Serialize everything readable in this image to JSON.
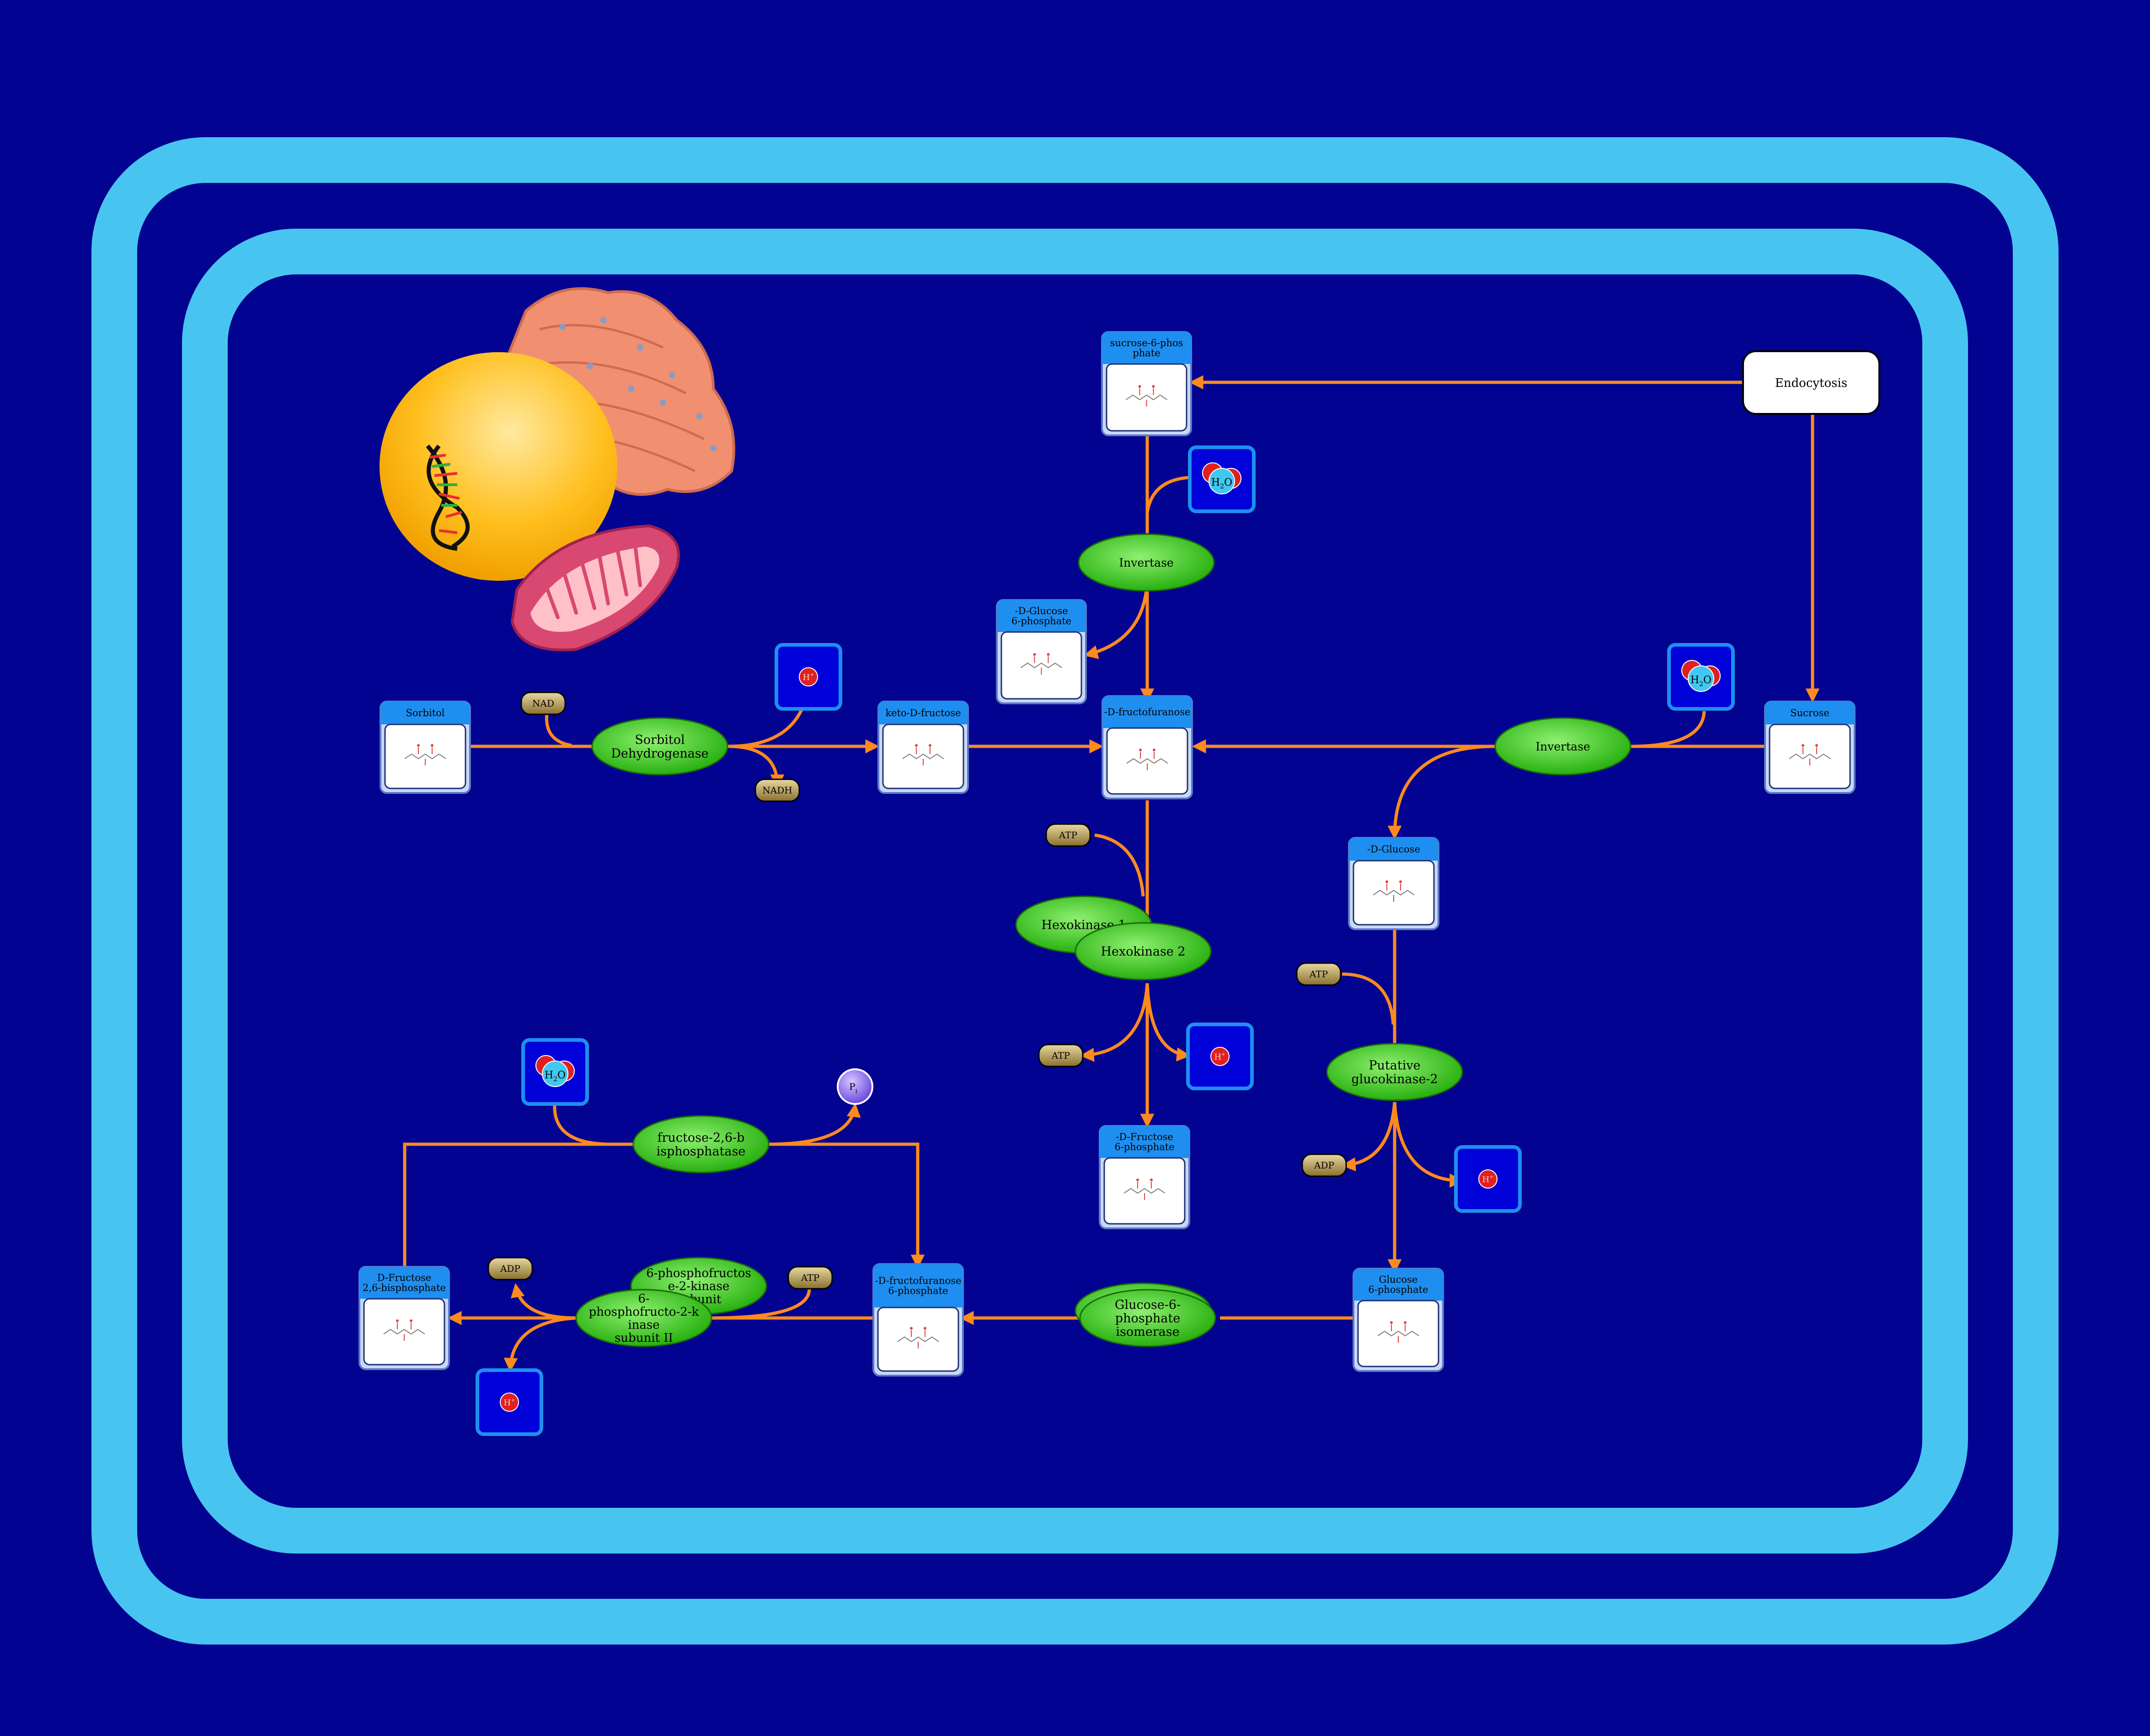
{
  "colors": {
    "background": "#020390",
    "membrane": "#48c4f0",
    "arrow": "#ff8a1e",
    "enzyme": "#38c417",
    "metabolite_header": "#1e8ff0",
    "cofactor": "#a89048"
  },
  "metabolites": {
    "sucrose6p": "sucrose-6-phosphate",
    "glucose6p_top": "-D-Glucose 6-phosphate",
    "sorbitol": "Sorbitol",
    "keto_fructose": "keto-D-fructose",
    "fructofuranose": "-D-fructofuranose",
    "sucrose": "Sucrose",
    "d_glucose": "-D-Glucose",
    "fructose6p": "-D-Fructose 6-phosphate",
    "glucose6p": "Glucose 6-phosphate",
    "fructofuranose6p": "-D-fructofuranose 6-phosphate",
    "fructose26bp": "D-Fructose 2,6-bisphosphate"
  },
  "enzymes": {
    "invertase_top": "Invertase",
    "invertase_right": "Invertase",
    "sorbitol_dh": "Sorbitol Dehydrogenase",
    "hexokinase1": "Hexokinase 1",
    "hexokinase2": "Hexokinase 2",
    "glucokinase": "Putative glucokinase-2",
    "fbpase": "fructose-2,6-bisphosphatase",
    "pfk_back": "6-phosphofructose-2-kinase subunit",
    "pfk_front": "6- phosphofructo-2-kinase subunit II",
    "g6p_isomerase": "Glucose-6-phosphate isomerase"
  },
  "process": {
    "endocytosis": "Endocytosis"
  },
  "cofactors": {
    "nad": "NAD",
    "nadh": "NADH",
    "atp_hk": "ATP",
    "atp_hk_out": "ATP",
    "atp_gk": "ATP",
    "adp_gk": "ADP",
    "adp_pfk": "ADP",
    "atp_pfk": "ATP"
  },
  "small_molecules": {
    "water_h": "H",
    "water_sub": "2",
    "water_o": "O",
    "proton": "H",
    "proton_sup": "+",
    "phosphate": "P",
    "phosphate_sub": "i"
  },
  "organelles": [
    "nucleus-with-dna-icon",
    "golgi-apparatus-icon",
    "mitochondrion-icon"
  ]
}
